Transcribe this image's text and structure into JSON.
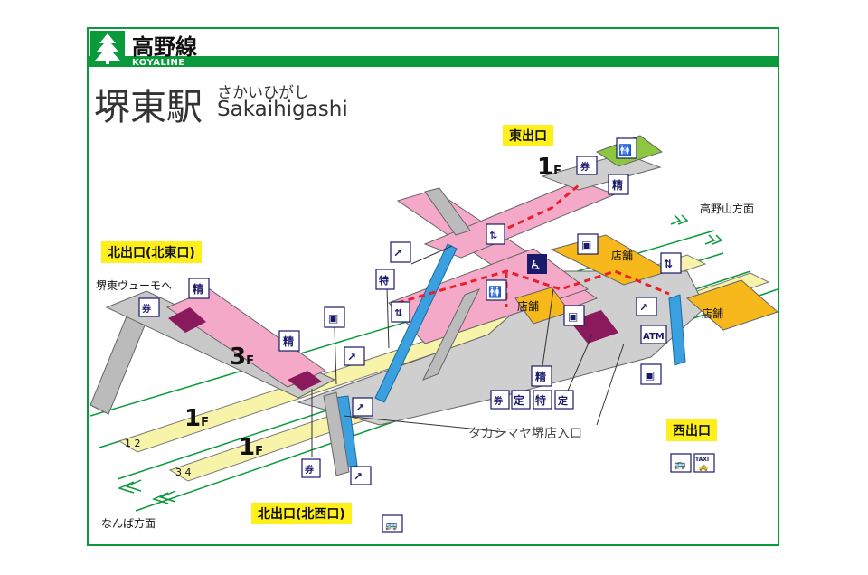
{
  "header": {
    "line_name": "高野線",
    "line_roman": "KOYALINE",
    "logo_icon": "tree-icon"
  },
  "station": {
    "kanji": "堺東駅",
    "kana": "さかいひがし",
    "roman": "Sakaihigashi"
  },
  "exits": {
    "east": "東出口",
    "north_east": "北出口(北東口)",
    "north_west": "北出口(北西口)",
    "west": "西出口"
  },
  "destinations": {
    "koyasan": "高野山方面",
    "namba": "なんば方面",
    "vumo": "堺東ヴューモへ",
    "takashimaya": "タカシマヤ堺店入口"
  },
  "floors": {
    "upper": "3",
    "ground": "1",
    "suffix": "F"
  },
  "tracks": {
    "t12": "1 2",
    "t34": "3 4"
  },
  "shops": {
    "shop_label": "店舗"
  },
  "icons": {
    "sei": "精",
    "tei": "定",
    "toku": "特",
    "atm": "ATM",
    "taxi": "TAXI"
  },
  "colors": {
    "brand_green": "#0a9a3c",
    "concourse_pink": "#f4a9c8",
    "platform_yellow": "#f7f3a8",
    "shop_orange": "#f6b81a",
    "gate_purple": "#8a1a5c",
    "escalator_blue": "#3aa0e0",
    "route_red": "#e8202a",
    "exit_yellow": "#ffef1a"
  }
}
